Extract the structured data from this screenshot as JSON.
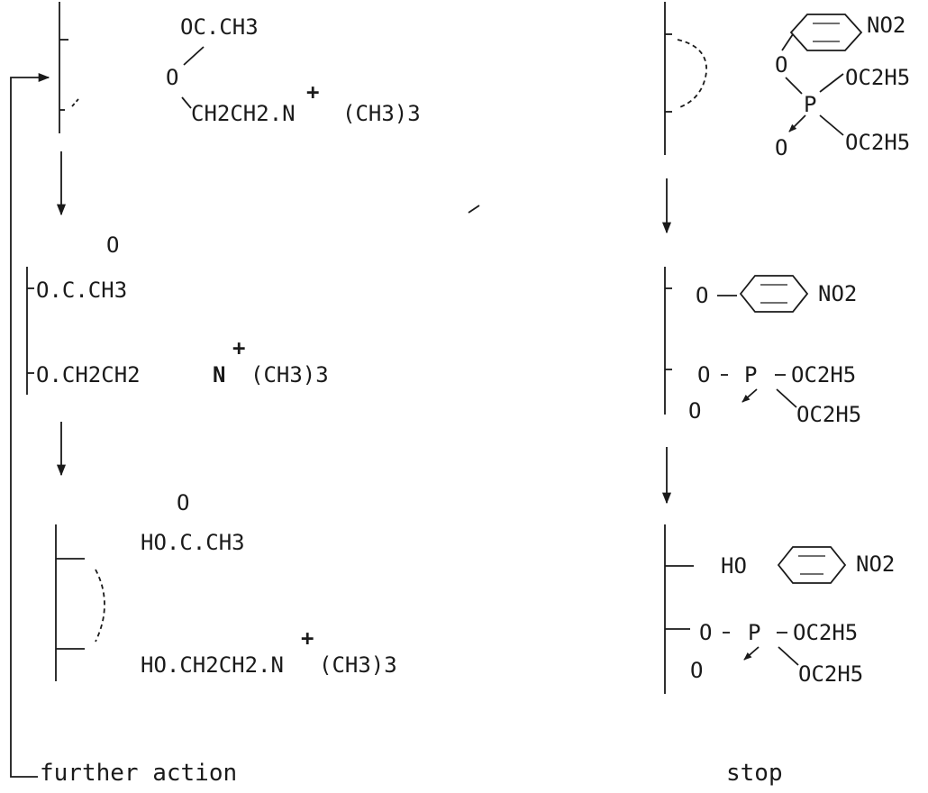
{
  "cholinesterase": {
    "step1": {
      "acyl_group": "OC.CH3",
      "ester_oxygen": "O",
      "choline_chain": "CH2CH2.N",
      "charge": "+",
      "trimethyl": "(CH3)3"
    },
    "step2": {
      "carbonyl_o": "O",
      "acetyl_bound": "O.C.CH3",
      "choline_bound": "O.CH2CH2",
      "n_atom": "N",
      "charge": "+",
      "trimethyl": "(CH3)3"
    },
    "step3": {
      "carbonyl_o": "O",
      "acetic_acid": "HO.C.CH3",
      "choline": "HO.CH2CH2.N",
      "charge": "+",
      "trimethyl": "(CH3)3"
    },
    "loop_label": "further action"
  },
  "organophosphate": {
    "step1": {
      "nitro": "NO2",
      "ring_oxygen": "O",
      "phosphorus": "P",
      "ethoxy_top": "OC2H5",
      "phosphoryl_o": "O",
      "ethoxy_bottom": "OC2H5"
    },
    "step2": {
      "o_link": "O",
      "nitro": "NO2",
      "o_enzyme": "O",
      "phosphorus": "P",
      "ethoxy_a": "OC2H5",
      "phosphoryl_o": "O",
      "ethoxy_b": "OC2H5"
    },
    "step3": {
      "hydroxyl": "HO",
      "nitro": "NO2",
      "o_enzyme": "O",
      "phosphorus": "P",
      "ethoxy_a": "OC2H5",
      "phosphoryl_o": "O",
      "ethoxy_b": "OC2H5"
    },
    "end_label": "stop"
  }
}
